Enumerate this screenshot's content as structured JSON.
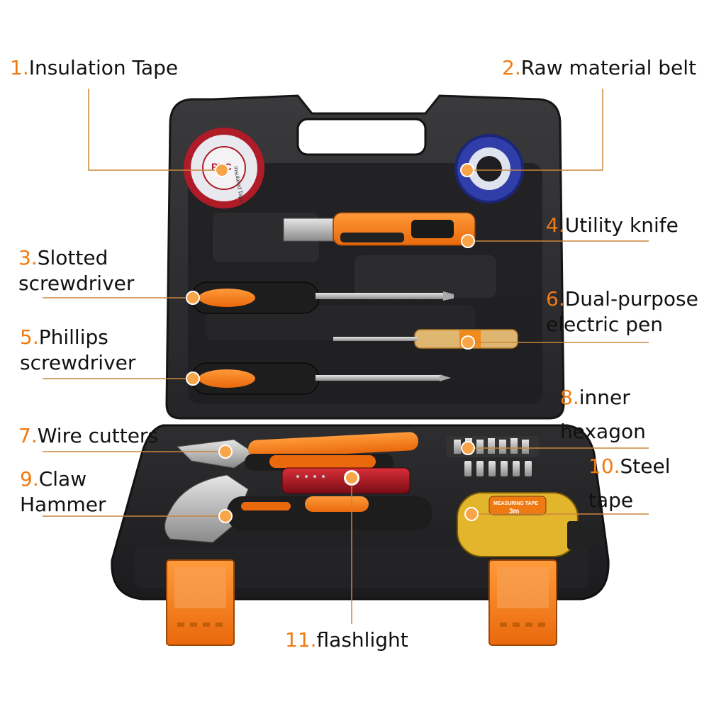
{
  "colors": {
    "accent": "#f07a12",
    "case": "#2b2b2d",
    "tray": "#1f1f21",
    "leader": "#c9853c"
  },
  "callouts": [
    {
      "num": "1.",
      "line1": "Insulation Tape",
      "line2": ""
    },
    {
      "num": "2.",
      "line1": "Raw material belt",
      "line2": ""
    },
    {
      "num": "3.",
      "line1": "Slotted",
      "line2": "screwdriver"
    },
    {
      "num": "4.",
      "line1": "Utility knife",
      "line2": ""
    },
    {
      "num": "5.",
      "line1": "Phillips",
      "line2": "screwdriver"
    },
    {
      "num": "6.",
      "line1": "Dual-purpose",
      "line2": "electric pen"
    },
    {
      "num": "7.",
      "line1": "Wire cutters",
      "line2": ""
    },
    {
      "num": "8.",
      "line1": "inner",
      "line2": "hexagon"
    },
    {
      "num": "9.",
      "line1": "Claw",
      "line2": "Hammer"
    },
    {
      "num": "10.",
      "line1": "Steel",
      "line2": "tape"
    },
    {
      "num": "11.",
      "line1": "flashlight",
      "line2": ""
    }
  ],
  "product_text": {
    "tape_brand": "PVC",
    "tape_sub": "Insulated Tape",
    "measuring_tape": "MEASURING TAPE",
    "measuring_length": "3m"
  }
}
